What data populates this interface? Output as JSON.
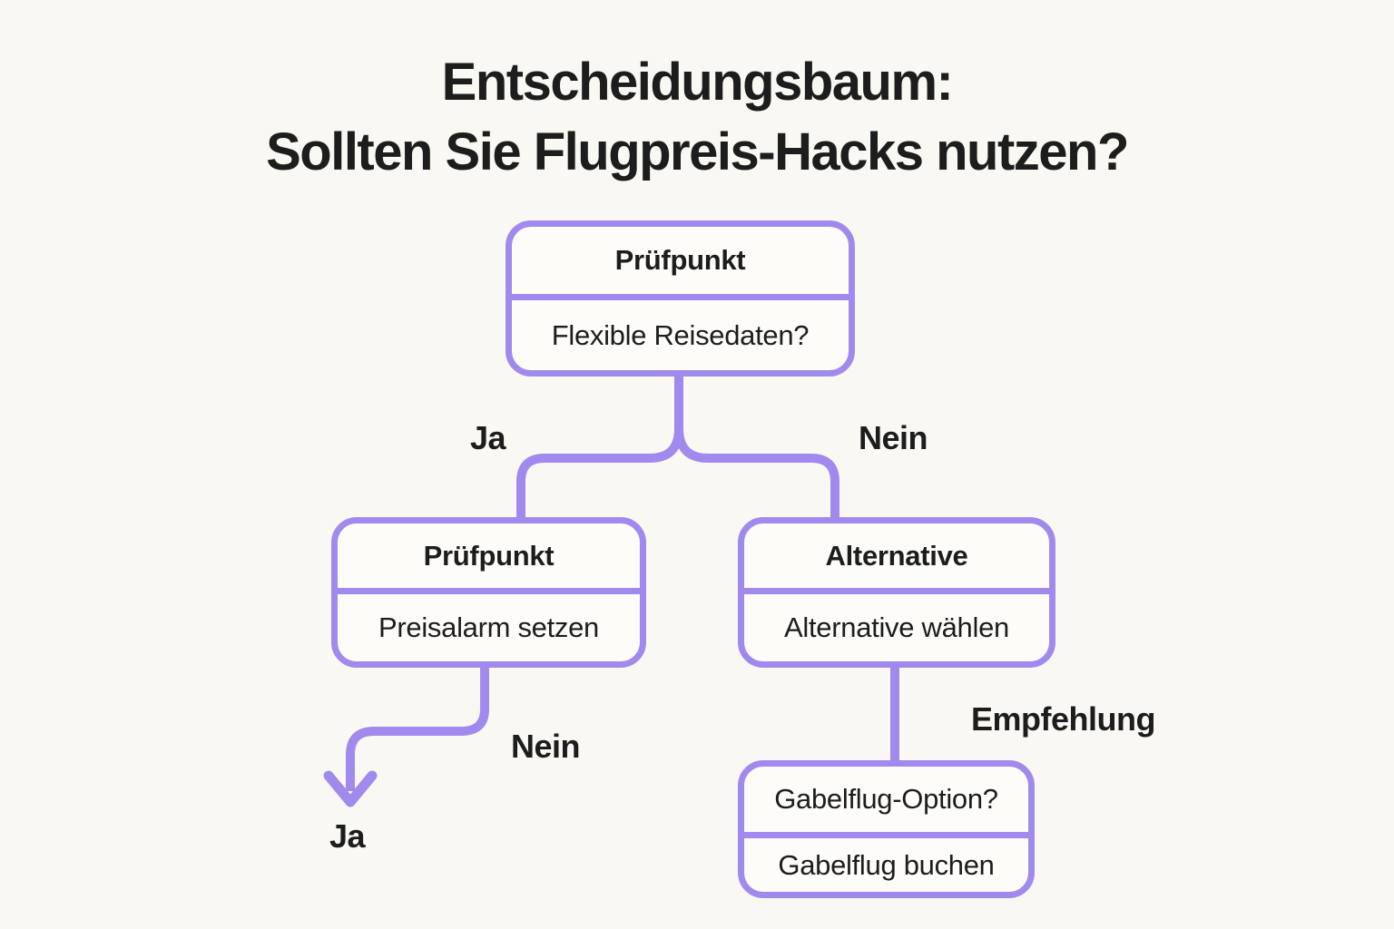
{
  "title": {
    "line1": "Entscheidungsbaum:",
    "line2": "Sollten Sie Flugpreis-Hacks nutzen?"
  },
  "nodes": {
    "root": {
      "header": "Prüfpunkt",
      "body": "Flexible Reisedaten?"
    },
    "left": {
      "header": "Prüfpunkt",
      "body": "Preisalarm setzen"
    },
    "right": {
      "header": "Alternative",
      "body": "Alternative wählen"
    },
    "bottom": {
      "header": "Gabelflug-Option?",
      "body": "Gabelflug buchen"
    }
  },
  "edge_labels": {
    "root_left": "Ja",
    "root_right": "Nein",
    "left_down": "Nein",
    "left_down_end": "Ja",
    "right_down": "Empfehlung"
  },
  "colors": {
    "accent": "#a18aee",
    "background": "#faf8f2",
    "node_fill": "#fdfcf8",
    "text": "#1d1d1d"
  }
}
